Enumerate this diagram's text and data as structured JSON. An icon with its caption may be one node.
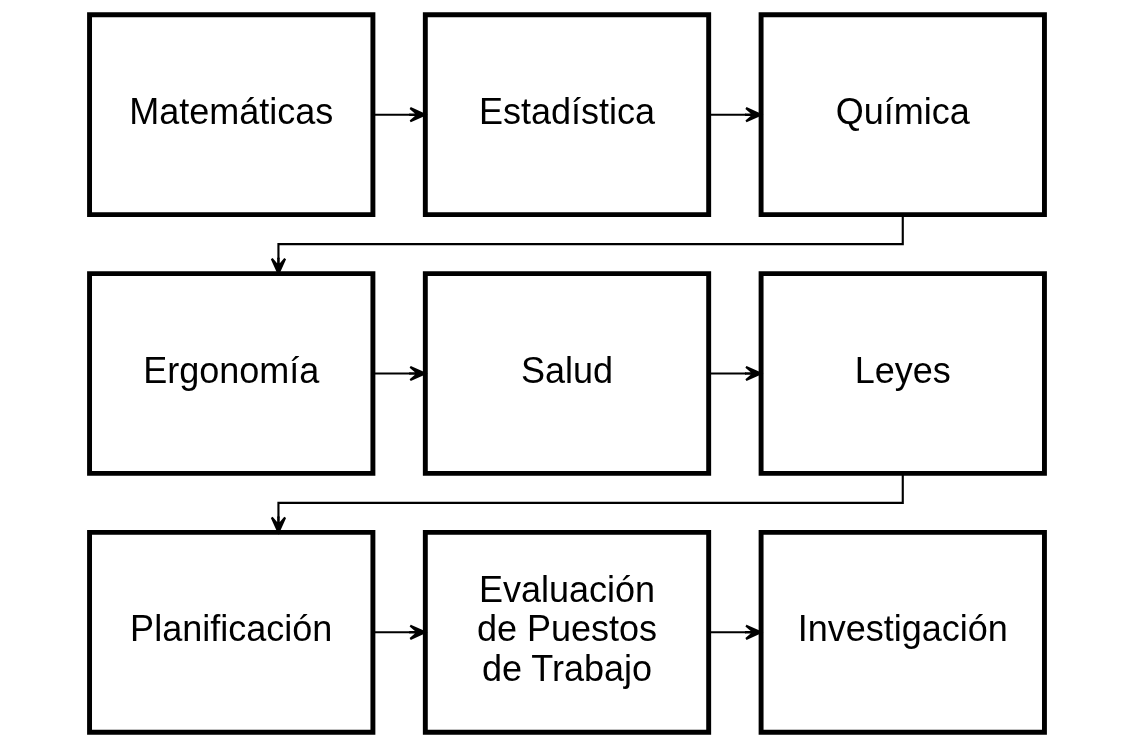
{
  "diagram": {
    "nodes": [
      {
        "text": [
          "Matemáticas"
        ]
      },
      {
        "text": [
          "Estadística"
        ]
      },
      {
        "text": [
          "Química"
        ]
      },
      {
        "text": [
          "Ergonomía"
        ]
      },
      {
        "text": [
          "Salud"
        ]
      },
      {
        "text": [
          "Leyes"
        ]
      },
      {
        "text": [
          "Planificación"
        ]
      },
      {
        "text": [
          "Evaluación de Puestos de Trabajo"
        ]
      },
      {
        "text": [
          "Investigación"
        ]
      }
    ],
    "edges": [
      {
        "from": 0,
        "to": 1,
        "arrow": "to"
      },
      {
        "from": 1,
        "to": 2,
        "arrow": "to"
      },
      {
        "from": 2,
        "to": 3,
        "arrow": "to"
      },
      {
        "from": 3,
        "to": 4,
        "arrow": "to"
      },
      {
        "from": 4,
        "to": 5,
        "arrow": "to"
      },
      {
        "from": 5,
        "to": 6,
        "arrow": "to"
      },
      {
        "from": 6,
        "to": 7,
        "arrow": "to"
      },
      {
        "from": 7,
        "to": 8,
        "arrow": "to"
      }
    ]
  }
}
